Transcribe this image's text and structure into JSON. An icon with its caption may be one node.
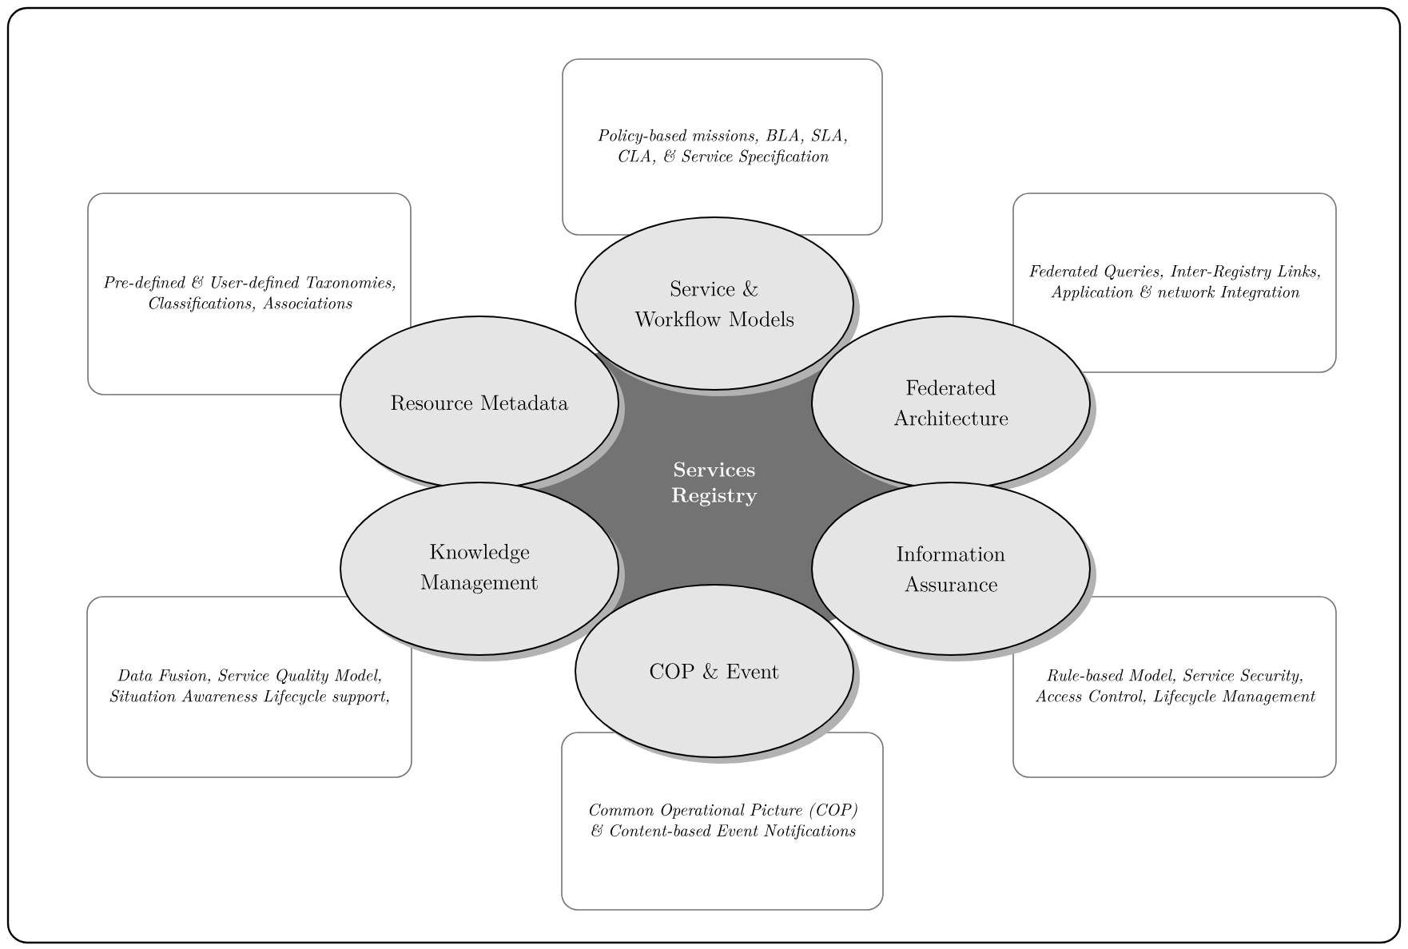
{
  "diagram": {
    "nodes": [
      {
        "text": [
          "Services Registry"
        ]
      },
      {
        "text": [
          "Service & Workflow Models"
        ]
      },
      {
        "text": [
          "Resource Metadata"
        ]
      },
      {
        "text": [
          "Federated Architecture"
        ]
      },
      {
        "text": [
          "Knowledge Management"
        ]
      },
      {
        "text": [
          "Information Assurance"
        ]
      },
      {
        "text": [
          "COP & Event"
        ]
      },
      {
        "text": [
          "Policy-based missions, BLA, SLA, CLA, & Service Specification"
        ]
      },
      {
        "text": [
          "Pre-defined & User-defined Taxonomies, Classifications, Associations"
        ]
      },
      {
        "text": [
          "Federated Queries, Inter-Registry Links, Application & network Integration"
        ]
      },
      {
        "text": [
          "Data Fusion, Service Quality Model, Situation Awareness Lifecycle support,"
        ]
      },
      {
        "text": [
          "Rule-based Model, Service Security, Access Control, Lifecycle Management"
        ]
      },
      {
        "text": [
          "Common Operational Picture (COP) & Content-based Event Notifications"
        ]
      }
    ]
  }
}
